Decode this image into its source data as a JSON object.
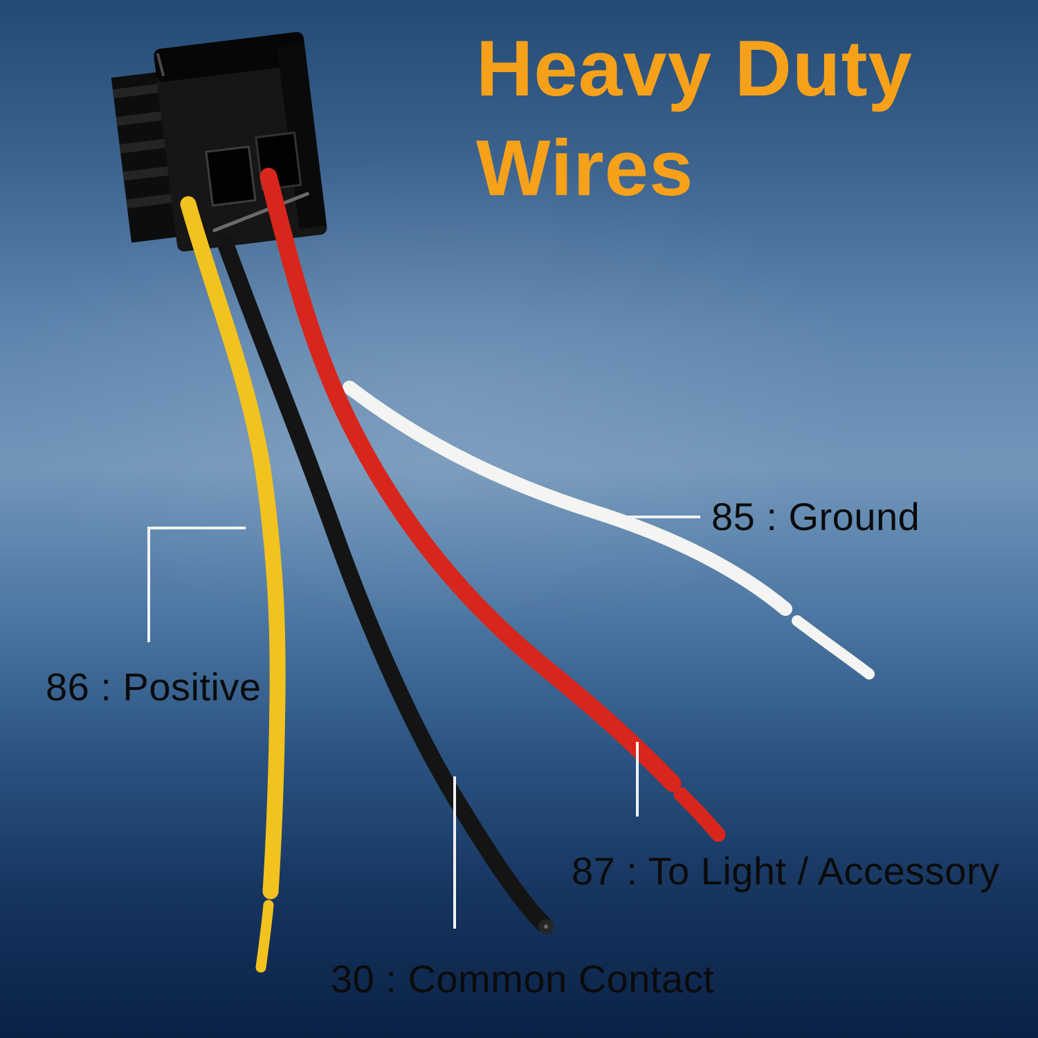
{
  "title": {
    "line1": "Heavy Duty",
    "line2": "Wires"
  },
  "labels": {
    "ground": "85 : Ground",
    "positive": "86 : Positive",
    "common": "30 : Common Contact",
    "accessory": "87 : To Light / Accessory"
  },
  "colors": {
    "accent_orange": "#F7A11A",
    "label_text": "#0b0b0b",
    "leader_line": "#f2f2f2",
    "wire_yellow": "#F2C21F",
    "wire_black": "#141414",
    "wire_red": "#D8261C",
    "wire_white": "#F4F4F2",
    "connector_black": "#161616",
    "bg_top": "#234a74",
    "bg_mid": "#7296ba",
    "bg_bottom": "#0a2146"
  }
}
